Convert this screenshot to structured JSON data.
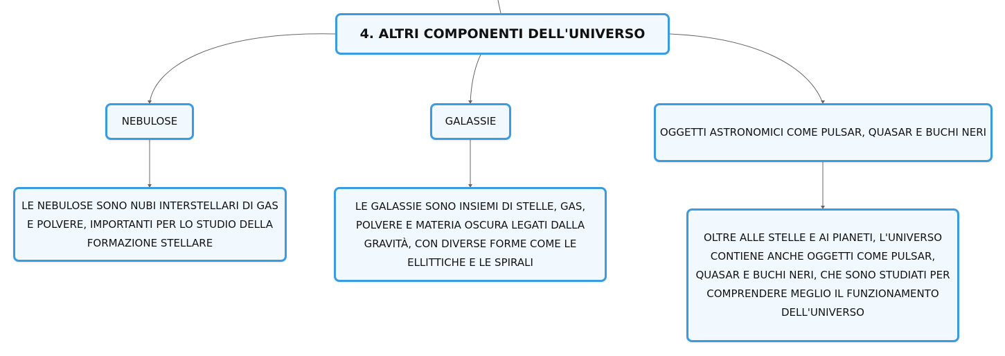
{
  "nodes": {
    "root": "4. ALTRI COMPONENTI DELL'UNIVERSO",
    "nebulose": "NEBULOSE",
    "galassie": "GALASSIE",
    "oggetti": "OGGETTI ASTRONOMICI COME PULSAR, QUASAR E BUCHI NERI",
    "nebulose_desc": "LE NEBULOSE SONO NUBI INTERSTELLARI DI GAS E POLVERE, IMPORTANTI PER LO STUDIO DELLA FORMAZIONE STELLARE",
    "galassie_desc": "LE GALASSIE SONO INSIEMI DI STELLE, GAS, POLVERE E MATERIA OSCURA LEGATI DALLA GRAVITÀ, CON DIVERSE FORME COME LE ELLITTICHE E LE SPIRALI",
    "oggetti_desc": "OLTRE ALLE STELLE E AI PIANETI, L'UNIVERSO CONTIENE ANCHE OGGETTI COME PULSAR, QUASAR E BUCHI NERI, CHE SONO STUDIATI PER COMPRENDERE MEGLIO IL FUNZIONAMENTO DELL'UNIVERSO"
  },
  "colors": {
    "node_border": "#3b9be0",
    "node_fill": "#f2f9fe",
    "connector": "#666666"
  }
}
